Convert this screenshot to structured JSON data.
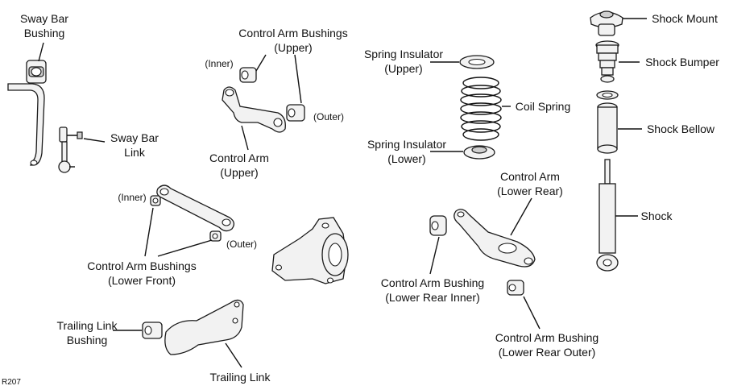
{
  "figure_code": "R207",
  "labels": {
    "sway_bar_bushing": [
      "Sway Bar",
      "Bushing"
    ],
    "sway_bar_link": [
      "Sway Bar",
      "Link"
    ],
    "control_arm_bushings_upper": [
      "Control Arm Bushings",
      "(Upper)"
    ],
    "inner_upper": "(Inner)",
    "outer_upper": "(Outer)",
    "control_arm_upper": [
      "Control Arm",
      "(Upper)"
    ],
    "spring_insulator_upper": [
      "Spring Insulator",
      "(Upper)"
    ],
    "coil_spring": "Coil Spring",
    "spring_insulator_lower": [
      "Spring Insulator",
      "(Lower)"
    ],
    "shock_mount": "Shock Mount",
    "shock_bumper": "Shock Bumper",
    "shock_bellow": "Shock Bellow",
    "shock": "Shock",
    "control_arm_lower_rear": [
      "Control Arm",
      "(Lower Rear)"
    ],
    "inner_lower": "(Inner)",
    "outer_lower": "(Outer)",
    "control_arm_bushings_lower_front": [
      "Control Arm Bushings",
      "(Lower Front)"
    ],
    "control_arm_bushing_lower_rear_inner": [
      "Control Arm Bushing",
      "(Lower Rear Inner)"
    ],
    "control_arm_bushing_lower_rear_outer": [
      "Control Arm Bushing",
      "(Lower Rear Outer)"
    ],
    "trailing_link_bushing": [
      "Trailing Link",
      "Bushing"
    ],
    "trailing_link": "Trailing Link"
  }
}
